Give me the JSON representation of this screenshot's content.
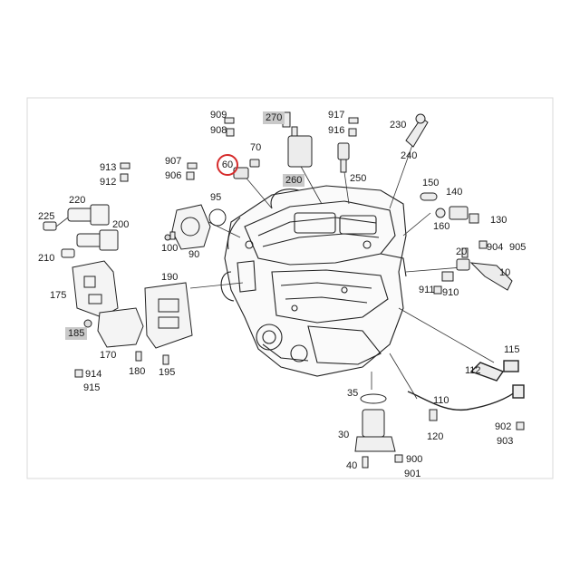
{
  "callouts": {
    "c909": "909",
    "c908": "908",
    "c270": "270",
    "c917": "917",
    "c916": "916",
    "c230": "230",
    "c70": "70",
    "c60": "60",
    "c260": "260",
    "c250": "250",
    "c240": "240",
    "c913": "913",
    "c912": "912",
    "c907": "907",
    "c906": "906",
    "c95": "95",
    "c150": "150",
    "c140": "140",
    "c160": "160",
    "c130": "130",
    "c904": "904",
    "c905": "905",
    "c220": "220",
    "c225": "225",
    "c200": "200",
    "c210": "210",
    "c100": "100",
    "c90": "90",
    "c20": "20",
    "c10": "10",
    "c911": "911",
    "c910": "910",
    "c190": "190",
    "c175": "175",
    "c185": "185",
    "c170": "170",
    "c180": "180",
    "c195": "195",
    "c914": "914",
    "c915": "915",
    "c115": "115",
    "c112": "112",
    "c110": "110",
    "c120": "120",
    "c35": "35",
    "c30": "30",
    "c40": "40",
    "c900": "900",
    "c901": "901",
    "c902": "902",
    "c903": "903"
  },
  "highlight_color": "#d62b2b",
  "shade_color": "#c9c9c9"
}
